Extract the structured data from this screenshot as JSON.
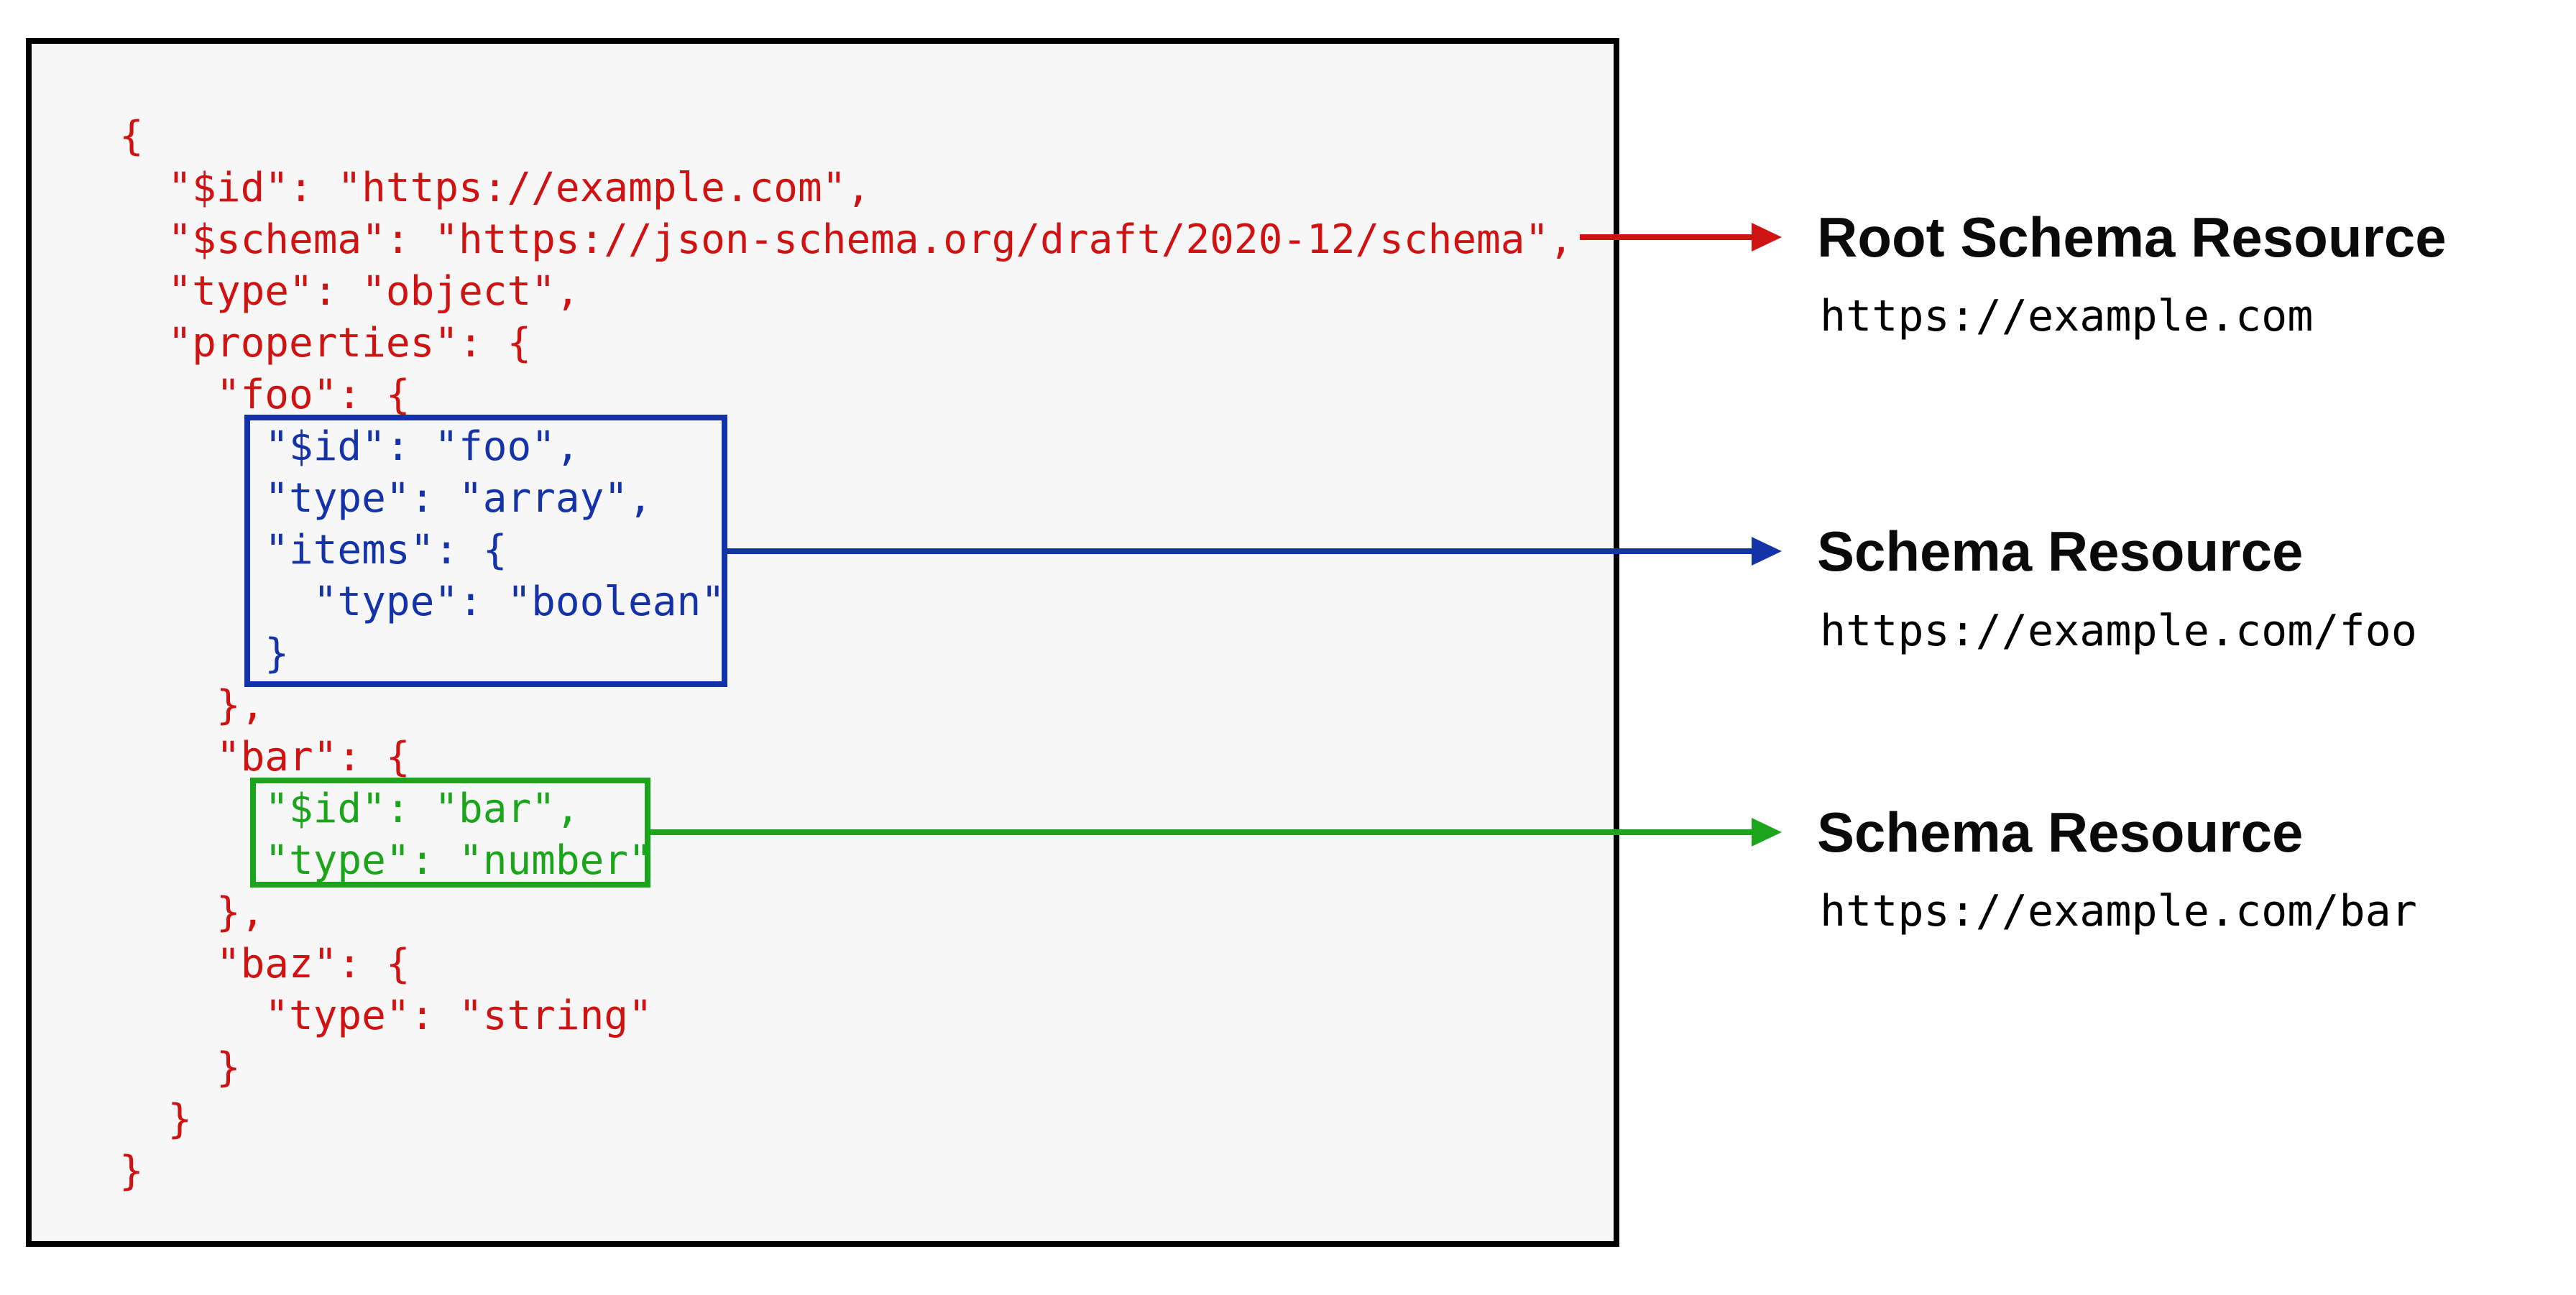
{
  "colors": {
    "red": "#cf1313",
    "blue": "#1433a8",
    "green": "#1ba51b",
    "black": "#000000",
    "panel_bg": "#f7f7f7",
    "page_bg": "#ffffff"
  },
  "code": {
    "lines": [
      {
        "text": "{",
        "c": "red"
      },
      {
        "text": "  \"$id\": \"https://example.com\",",
        "c": "red"
      },
      {
        "text": "  \"$schema\": \"https://json-schema.org/draft/2020-12/schema\",",
        "c": "red"
      },
      {
        "text": "  \"type\": \"object\",",
        "c": "red"
      },
      {
        "text": "  \"properties\": {",
        "c": "red"
      },
      {
        "text": "    \"foo\": {",
        "c": "red"
      },
      {
        "text": "      \"$id\": \"foo\",",
        "c": "blue"
      },
      {
        "text": "      \"type\": \"array\",",
        "c": "blue"
      },
      {
        "text": "      \"items\": {",
        "c": "blue"
      },
      {
        "text": "        \"type\": \"boolean\"",
        "c": "blue"
      },
      {
        "text": "      }",
        "c": "blue"
      },
      {
        "text": "    },",
        "c": "red"
      },
      {
        "text": "    \"bar\": {",
        "c": "red"
      },
      {
        "text": "      \"$id\": \"bar\",",
        "c": "green"
      },
      {
        "text": "      \"type\": \"number\"",
        "c": "green"
      },
      {
        "text": "    },",
        "c": "red"
      },
      {
        "text": "    \"baz\": {",
        "c": "red"
      },
      {
        "text": "      \"type\": \"string\"",
        "c": "red"
      },
      {
        "text": "    }",
        "c": "red"
      },
      {
        "text": "  }",
        "c": "red"
      },
      {
        "text": "}",
        "c": "red"
      }
    ]
  },
  "annotations": {
    "root": {
      "title": "Root Schema Resource",
      "url": "https://example.com",
      "color": "red"
    },
    "foo": {
      "title": "Schema Resource",
      "url": "https://example.com/foo",
      "color": "blue"
    },
    "bar": {
      "title": "Schema Resource",
      "url": "https://example.com/bar",
      "color": "green"
    }
  }
}
